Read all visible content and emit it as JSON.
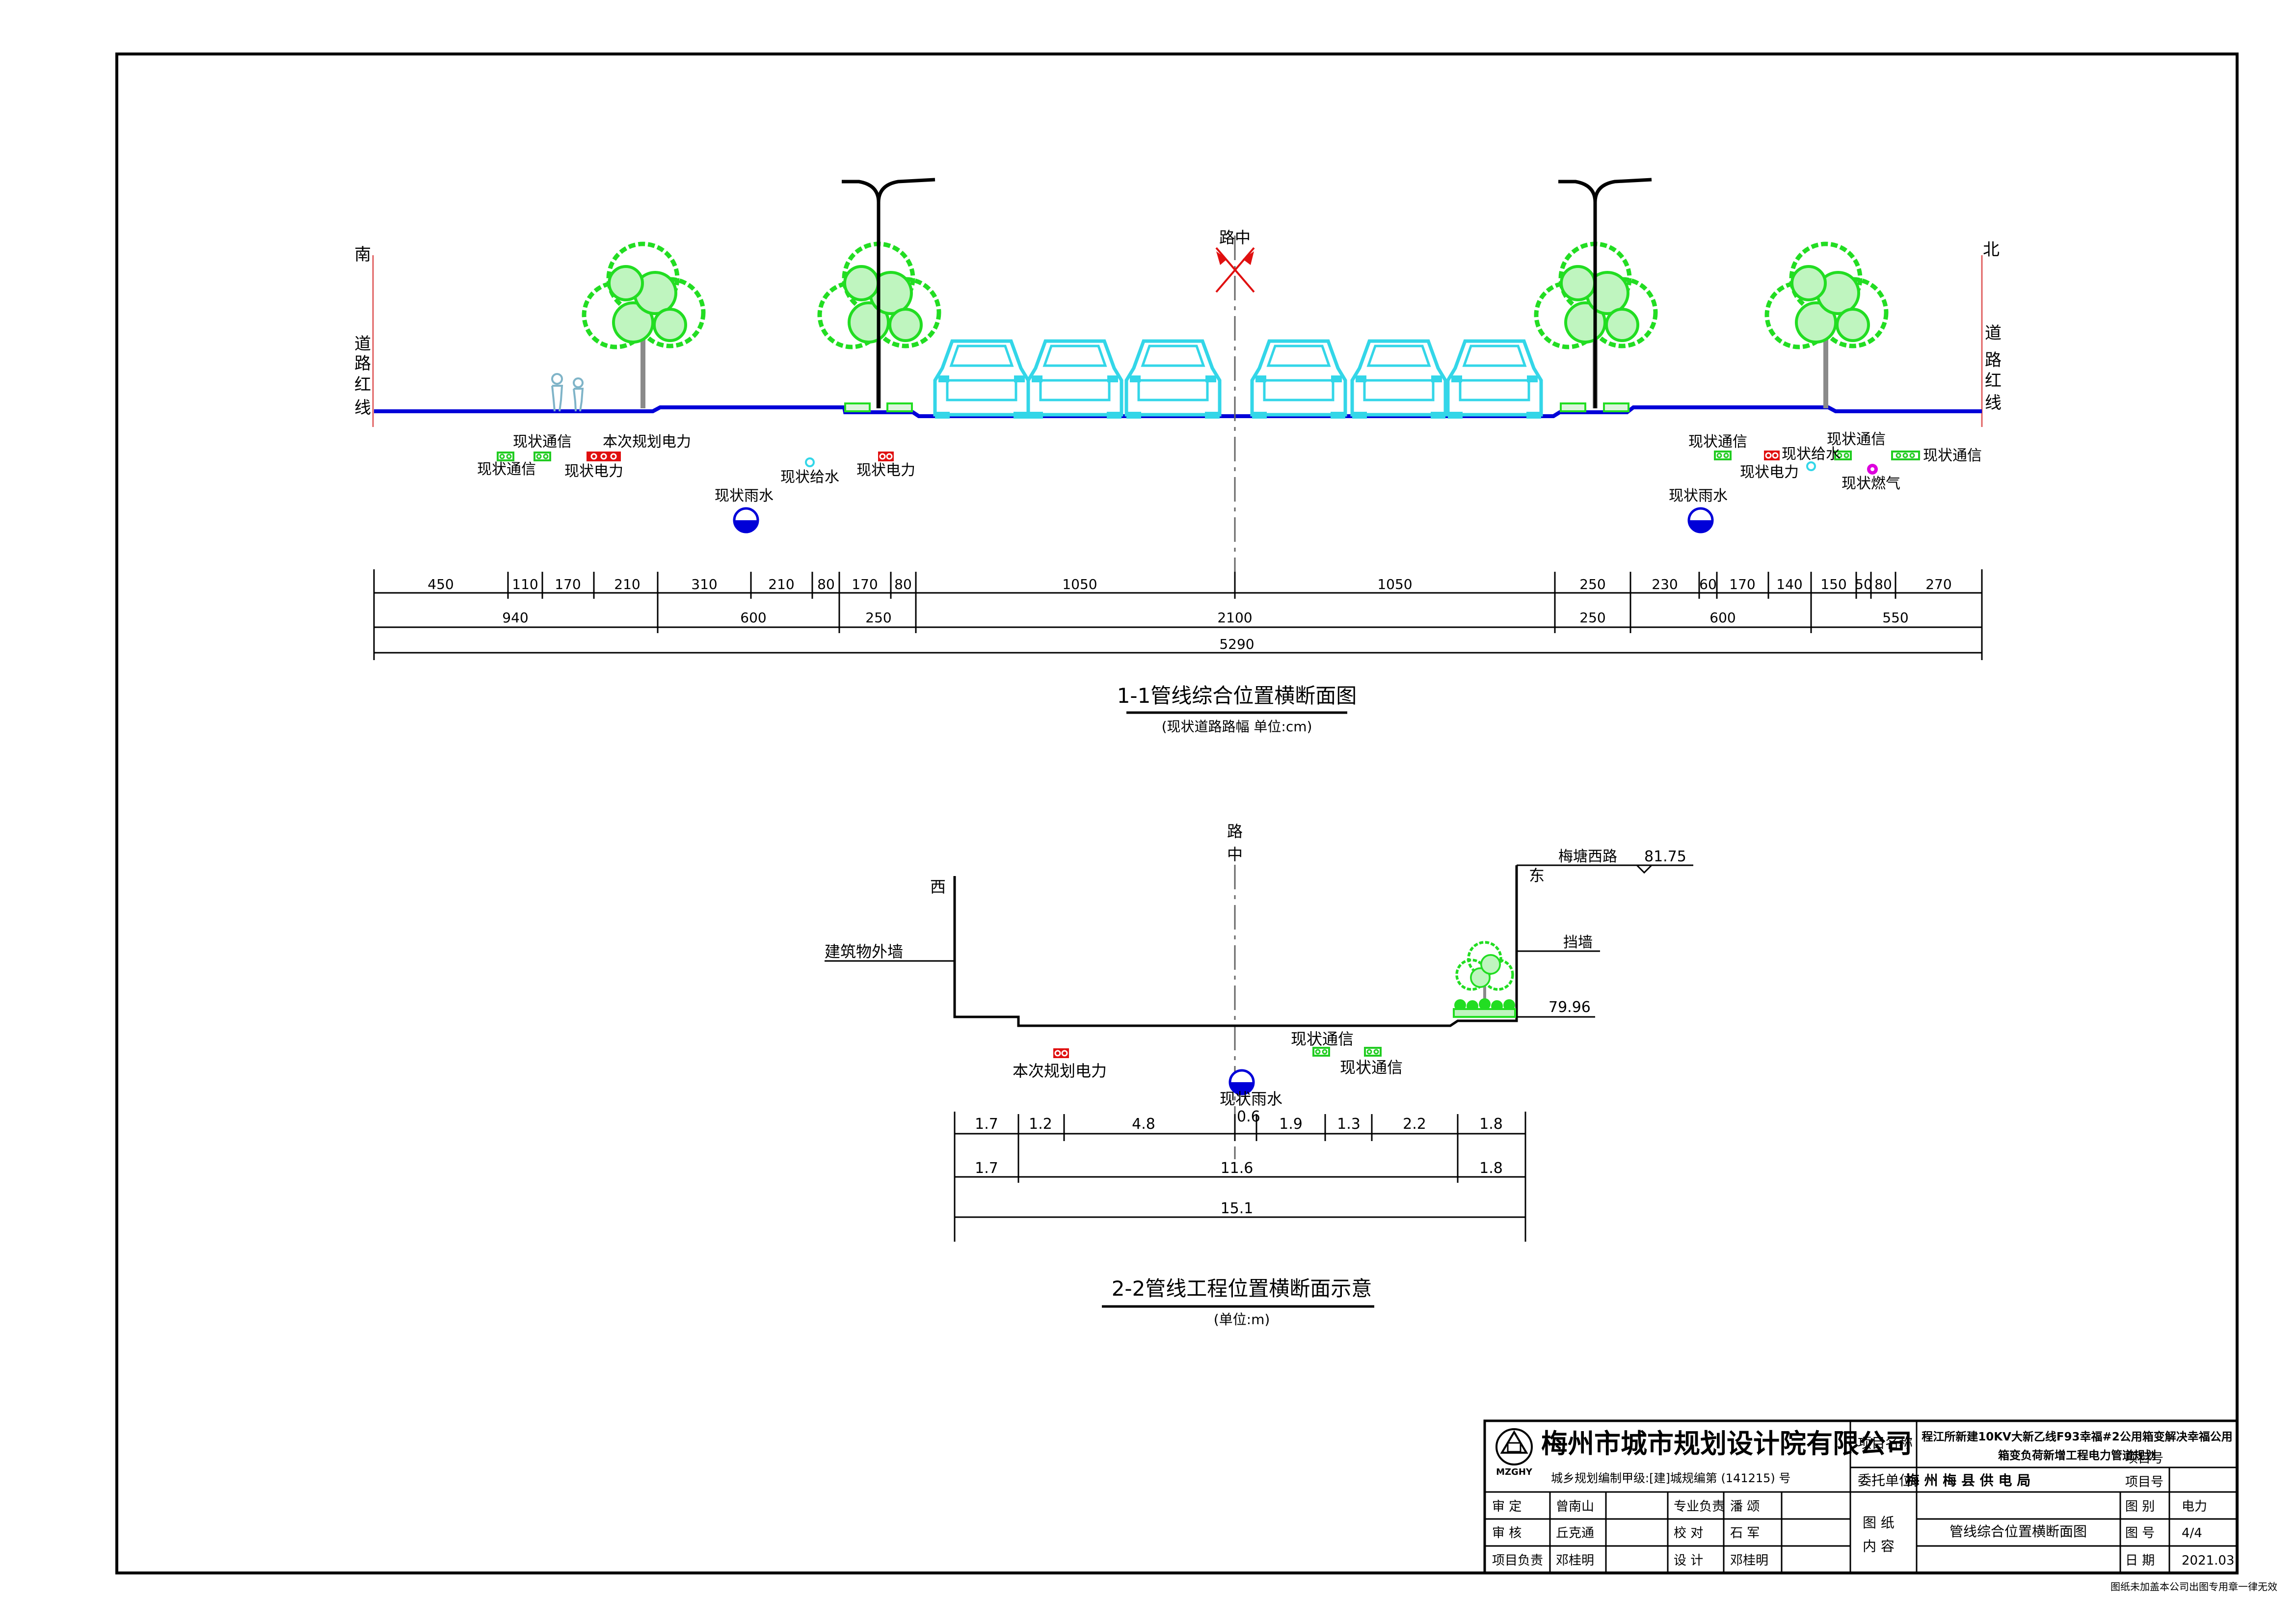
{
  "section1": {
    "title": "1-1管线综合位置横断面图",
    "subtitle": "(现状道路路幅 单位:cm)",
    "center_label": "路中",
    "south": "南",
    "north": "北",
    "red_line_left": [
      "道",
      "路",
      "红",
      "线"
    ],
    "red_line_right": [
      "道",
      "路",
      "红",
      "线"
    ],
    "pipes": {
      "tele_a": "现状通信",
      "tele_b": "现状通信",
      "plan_power": "本次规划电力",
      "power_a": "现状电力",
      "rain_a": "现状雨水",
      "water_a": "现状给水",
      "power_b": "现状电力",
      "tele_c": "现状通信",
      "power_c": "现状电力",
      "water_b": "现状给水",
      "tele_d": "现状通信",
      "tele_e": "现状通信",
      "gas": "现状燃气",
      "rain_b": "现状雨水"
    },
    "dim_row1": [
      "450",
      "110",
      "170",
      "210",
      "310",
      "210",
      "80",
      "170",
      "80",
      "1050",
      "1050",
      "250",
      "230",
      "60",
      "170",
      "140",
      "150",
      "50",
      "80",
      "270"
    ],
    "dim_row2": [
      "940",
      "600",
      "250",
      "2100",
      "250",
      "600",
      "550"
    ],
    "dim_total": "5290"
  },
  "section2": {
    "title": "2-2管线工程位置横断面示意",
    "subtitle": "(单位:m)",
    "center_label": [
      "路",
      "中"
    ],
    "west": "西",
    "east": "东",
    "building_wall": "建筑物外墙",
    "road_name": "梅塘西路",
    "elev_top": "81.75",
    "retaining_wall": "挡墙",
    "elev_bottom": "79.96",
    "pipes": {
      "plan_power": "本次规划电力",
      "tele_a": "现状通信",
      "tele_b": "现状通信",
      "rain": "现状雨水",
      "rain_offset": "0.6"
    },
    "dim_row1": [
      "1.7",
      "1.2",
      "4.8",
      "1.9",
      "1.3",
      "2.2",
      "1.8"
    ],
    "dim_row2": [
      "1.7",
      "11.6",
      "1.8"
    ],
    "dim_total": "15.1"
  },
  "title_block": {
    "company": "梅州市城市规划设计院有限公司",
    "logo_text": "MZGHY",
    "qualification": "城乡规划编制甲级:[建]城规编第 (141215) 号",
    "project_label": "项目名称",
    "project_name_1": "程江所新建10KV大新乙线F93幸福#2公用箱变解决幸福公用",
    "project_name_2": "箱变负荷新增工程电力管道规划",
    "client_label": "委托单位",
    "client": "梅 州 梅 县 供 电 局",
    "project_no_label": "项目号",
    "project_no": "",
    "drawing_label_1": "图  纸",
    "drawing_label_2": "内  容",
    "drawing_content": "管线综合位置横断面图",
    "category_label": "图  别",
    "category": "电力",
    "sheet_label": "图  号",
    "sheet": "4/4",
    "date_label": "日  期",
    "date": "2021.03",
    "roles": [
      {
        "label": "审    定",
        "name": "曾南山",
        "label2": "专业负责",
        "name2": "潘  颂"
      },
      {
        "label": "审    核",
        "name": "丘克通",
        "label2": "校    对",
        "name2": "石  军"
      },
      {
        "label": "项目负责",
        "name": "邓桂明",
        "label2": "设    计",
        "name2": "邓桂明"
      }
    ],
    "footnote": "图纸未加盖本公司出图专用章一律无效"
  },
  "colors": {
    "road_line": "#0000d8",
    "tree": "#22dd22",
    "car": "#33d6e8",
    "power": "#e01010",
    "telecom": "#22cc22",
    "water": "#33d6e8",
    "gas": "#dd00dd",
    "red_line": "#e06060"
  }
}
